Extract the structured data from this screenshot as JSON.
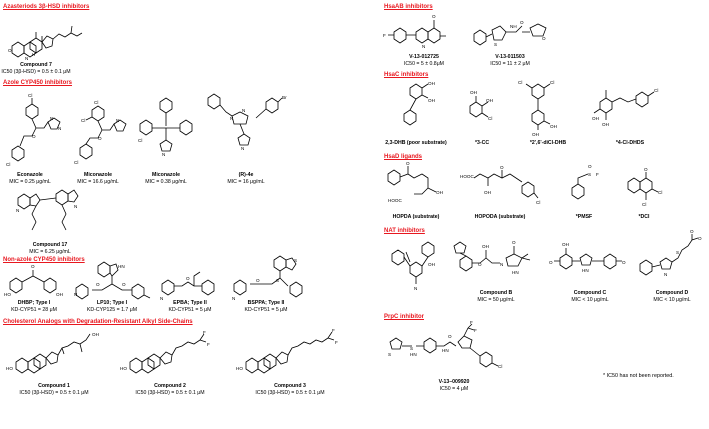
{
  "sections": {
    "azasteroids": {
      "header": "Azasteriods 3β-HSD inhibitors"
    },
    "azole": {
      "header": "Azole CYP450 inhibitors"
    },
    "nonazole": {
      "header": "Non-azole CYP450 inhibitors"
    },
    "cholesterol": {
      "header": "Cholesterol Analogs with Degradation-Resistant Alkyl Side-Chains"
    },
    "hsaab": {
      "header": "HsaAB inhibitors"
    },
    "hsac": {
      "header": "HsaC inhibitors"
    },
    "hsad": {
      "header": "HsaD ligands"
    },
    "nat": {
      "header": "NAT inhibitors"
    },
    "prpc": {
      "header": "PrpC inhibitor"
    }
  },
  "compounds": {
    "c7": {
      "name": "Compound 7",
      "value": "IC50 (3β-HSD) = 0.5 ± 0.1 μM"
    },
    "econazole": {
      "name": "Econazole",
      "value": "MIC = 0.25 μg/mL"
    },
    "miconazole1": {
      "name": "Miconazole",
      "value": "MIC = 16.6 μg/mL"
    },
    "miconazole2": {
      "name": "Miconazole",
      "value": "MIC = 0.38 μg/mL"
    },
    "r4e": {
      "name": "(R)-4e",
      "value": "MIC = 16 μg/mL"
    },
    "c17": {
      "name": "Compound 17",
      "value": "MIC = 6.25 μg/mL"
    },
    "dhbp": {
      "name": "DHBP; Type I",
      "value": "KD-CYP51 = 28 μM"
    },
    "lp10": {
      "name": "LP10; Type I",
      "value": "KD-CYP125 = 1.7 μM"
    },
    "epba": {
      "name": "EPBA; Type II",
      "value": "KD-CYP51 = 5 μM"
    },
    "bsppa": {
      "name": "BSPPA; Type II",
      "value": "KD-CYP51 = 5 μM"
    },
    "c1": {
      "name": "Compound 1",
      "value": "IC50 (3β-HSD) = 0.5 ± 0.1 μM"
    },
    "c2": {
      "name": "Compound 2",
      "value": "IC50 (3β-HSD) = 0.5 ± 0.1 μM"
    },
    "c3": {
      "name": "Compound 3",
      "value": "IC50 (3β-HSD) = 0.5 ± 0.1 μM"
    },
    "v12725": {
      "name": "V-13-012725",
      "value": "IC50 = 5 ± 0.8μM"
    },
    "v11503": {
      "name": "V-13-011503",
      "value": "IC50 = 11 ± 2 μM"
    },
    "dhb": {
      "name": "2,3-DHB (poor substrate)"
    },
    "cc3": {
      "name": "*3-CC"
    },
    "dcldhb": {
      "name": "*2',6'-diCl-DHB"
    },
    "cldhds": {
      "name": "*4-Cl-DHDS"
    },
    "hopda1": {
      "name": "HOPDA (substrate)"
    },
    "hopda2": {
      "name": "HOPODA (substrate)"
    },
    "pmsf": {
      "name": "*PMSF"
    },
    "dci": {
      "name": "*DCI"
    },
    "cb": {
      "name": "Compound B",
      "value": "MIC = 50 μg/mL"
    },
    "cc": {
      "name": "Compound C",
      "value": "MIC < 10 μg/mL"
    },
    "cd": {
      "name": "Compound D",
      "value": "MIC < 10 μg/mL"
    },
    "v09920": {
      "name": "V-13–009920",
      "value": "IC50 = 4 μM"
    }
  },
  "footnote": "* IC50 has not been reported.",
  "atoms": {
    "N": "N",
    "NH": "NH",
    "HN": "HN",
    "H": "H",
    "O": "O",
    "S": "S",
    "F": "F",
    "Cl": "Cl",
    "Br": "Br",
    "OH": "OH",
    "HO": "HO",
    "HOOC": "HOOC",
    "COOH": "OH"
  }
}
